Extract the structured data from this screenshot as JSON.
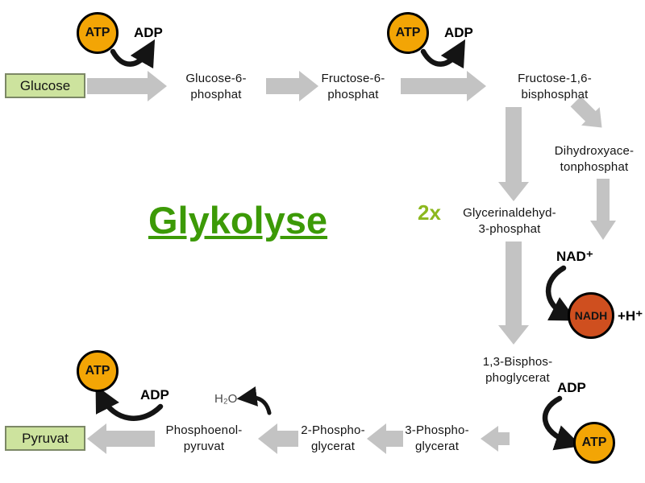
{
  "title": "Glykolyse",
  "multiplier": "2x",
  "molecules": {
    "glucose": "Glucose",
    "glucose6p": {
      "l1": "Glucose-6-",
      "l2": "phosphat"
    },
    "fructose6p": {
      "l1": "Fructose-6-",
      "l2": "phosphat"
    },
    "fructose16bp": {
      "l1": "Fructose-1,6-",
      "l2": "bisphosphat"
    },
    "dhap": {
      "l1": "Dihydroxyace-",
      "l2": "tonphosphat"
    },
    "gap": {
      "l1": "Glycerinaldehyd-",
      "l2": "3-phosphat"
    },
    "bpg13": {
      "l1": "1,3-Bisphos-",
      "l2": "phoglycerat"
    },
    "pg3": {
      "l1": "3-Phospho-",
      "l2": "glycerat"
    },
    "pg2": {
      "l1": "2-Phospho-",
      "l2": "glycerat"
    },
    "pep": {
      "l1": "Phosphoenol-",
      "l2": "pyruvat"
    },
    "pyruvat": "Pyruvat"
  },
  "cofactors": {
    "atp": "ATP",
    "adp": "ADP",
    "nad_plus": "NAD⁺",
    "nadh": "NADH",
    "h_plus": "+H⁺",
    "water": "H₂O"
  },
  "colors": {
    "title_green": "#3c9a06",
    "multiplier_green": "#8cb81e",
    "atp_orange": "#f3a505",
    "nadh_red": "#cf4f1f",
    "box_green": "#cde39e",
    "box_border": "#7c8866",
    "arrow_gray": "#c3c3c3",
    "arrow_black": "#141414"
  }
}
